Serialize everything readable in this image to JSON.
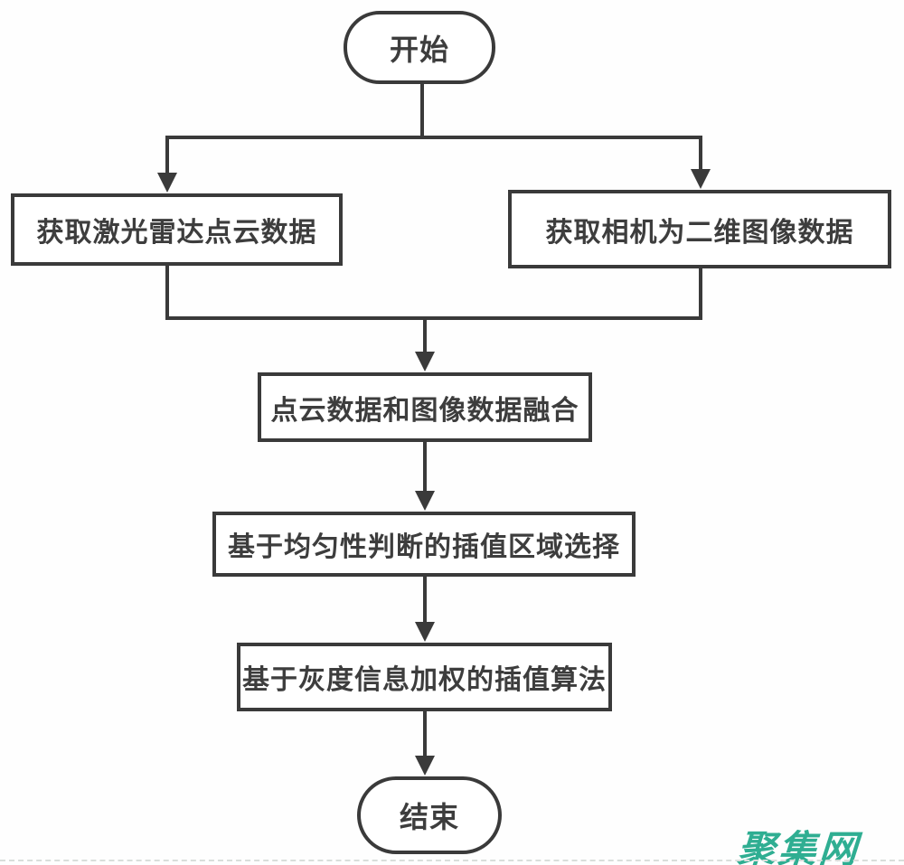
{
  "diagram": {
    "type": "flowchart",
    "nodes": [
      {
        "id": "start",
        "shape": "terminal",
        "label": "开始"
      },
      {
        "id": "get-lidar",
        "shape": "process",
        "label": "获取激光雷达点云数据"
      },
      {
        "id": "get-camera",
        "shape": "process",
        "label": "获取相机为二维图像数据"
      },
      {
        "id": "fusion",
        "shape": "process",
        "label": "点云数据和图像数据融合"
      },
      {
        "id": "region-select",
        "shape": "process",
        "label": "基于均匀性判断的插值区域选择"
      },
      {
        "id": "interp-algo",
        "shape": "process",
        "label": "基于灰度信息加权的插值算法"
      },
      {
        "id": "end",
        "shape": "terminal",
        "label": "结束"
      }
    ],
    "edges": [
      {
        "from": "start",
        "to": "get-lidar"
      },
      {
        "from": "start",
        "to": "get-camera"
      },
      {
        "from": "get-lidar",
        "to": "fusion"
      },
      {
        "from": "get-camera",
        "to": "fusion"
      },
      {
        "from": "fusion",
        "to": "region-select"
      },
      {
        "from": "region-select",
        "to": "interp-algo"
      },
      {
        "from": "interp-algo",
        "to": "end"
      }
    ],
    "colors": {
      "line": "#3a3a3a",
      "text": "#3d3d3d",
      "background": "#ffffff",
      "watermark": "#2fae92"
    }
  },
  "watermark": {
    "text": "聚集网"
  }
}
